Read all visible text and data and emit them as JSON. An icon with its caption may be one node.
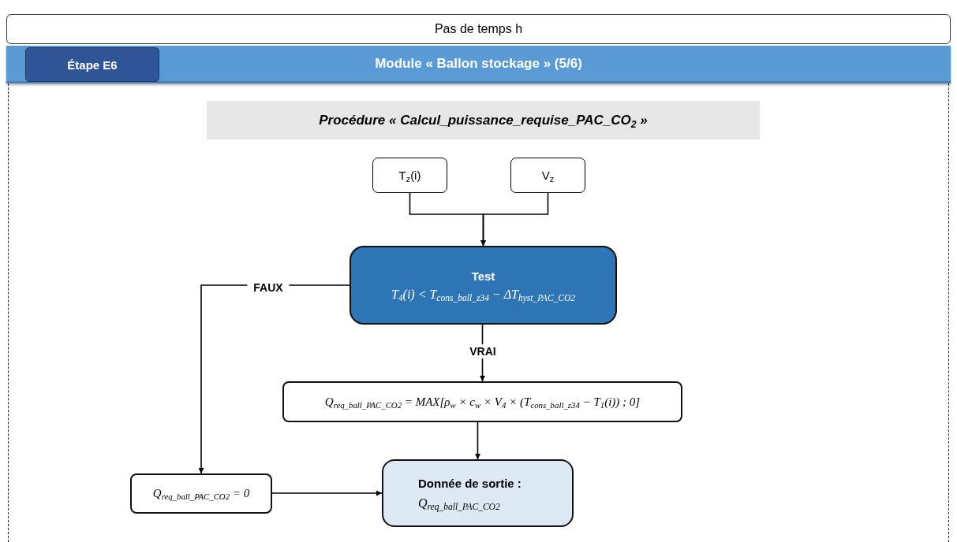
{
  "diagram": {
    "nodes": [
      {
        "text": [
          "Pas de temps h"
        ]
      },
      {
        "text": [
          "Module « Ballon stockage » (5/6)"
        ]
      },
      {
        "text": [
          "Étape E6"
        ],
        "in": 1
      },
      {
        "text": [
          "Procédure « Calcul_puissance_requise_PAC_CO$_{2}$ »"
        ]
      },
      {
        "text": [
          "T$_{z}$(i)"
        ]
      },
      {
        "text": [
          "V$_{z}$"
        ]
      },
      {
        "text": [
          "Test",
          "T$_{4}$(i) < T$_{cons_ball_z34}$ − ΔT$_{hyst_PAC_CO2}$"
        ]
      },
      {
        "text": [
          "Q$_{req_ball_PAC_CO2}$ = MAX[ρ$_{w}$ × c$_{w}$ × V$_{4}$ × (T$_{cons_ball_z34}$ − T$_{1}$(i)) ; 0]"
        ]
      },
      {
        "text": [
          "Q$_{req_ball_PAC_CO2}$ = 0"
        ]
      },
      {
        "text": [
          "Donnée de sortie :",
          "Q$_{req_ball_PAC_CO2}$"
        ]
      }
    ],
    "edges": [
      {
        "from": 4,
        "to": 6,
        "arrow": "to"
      },
      {
        "from": 5,
        "to": 6,
        "arrow": "to"
      },
      {
        "from": 6,
        "to": 7,
        "arrow": "to",
        "label": "VRAI"
      },
      {
        "from": 6,
        "to": 8,
        "arrow": "to",
        "label": "FAUX"
      },
      {
        "from": 7,
        "to": 9,
        "arrow": "to"
      },
      {
        "from": 8,
        "to": 9,
        "arrow": "to"
      }
    ]
  }
}
